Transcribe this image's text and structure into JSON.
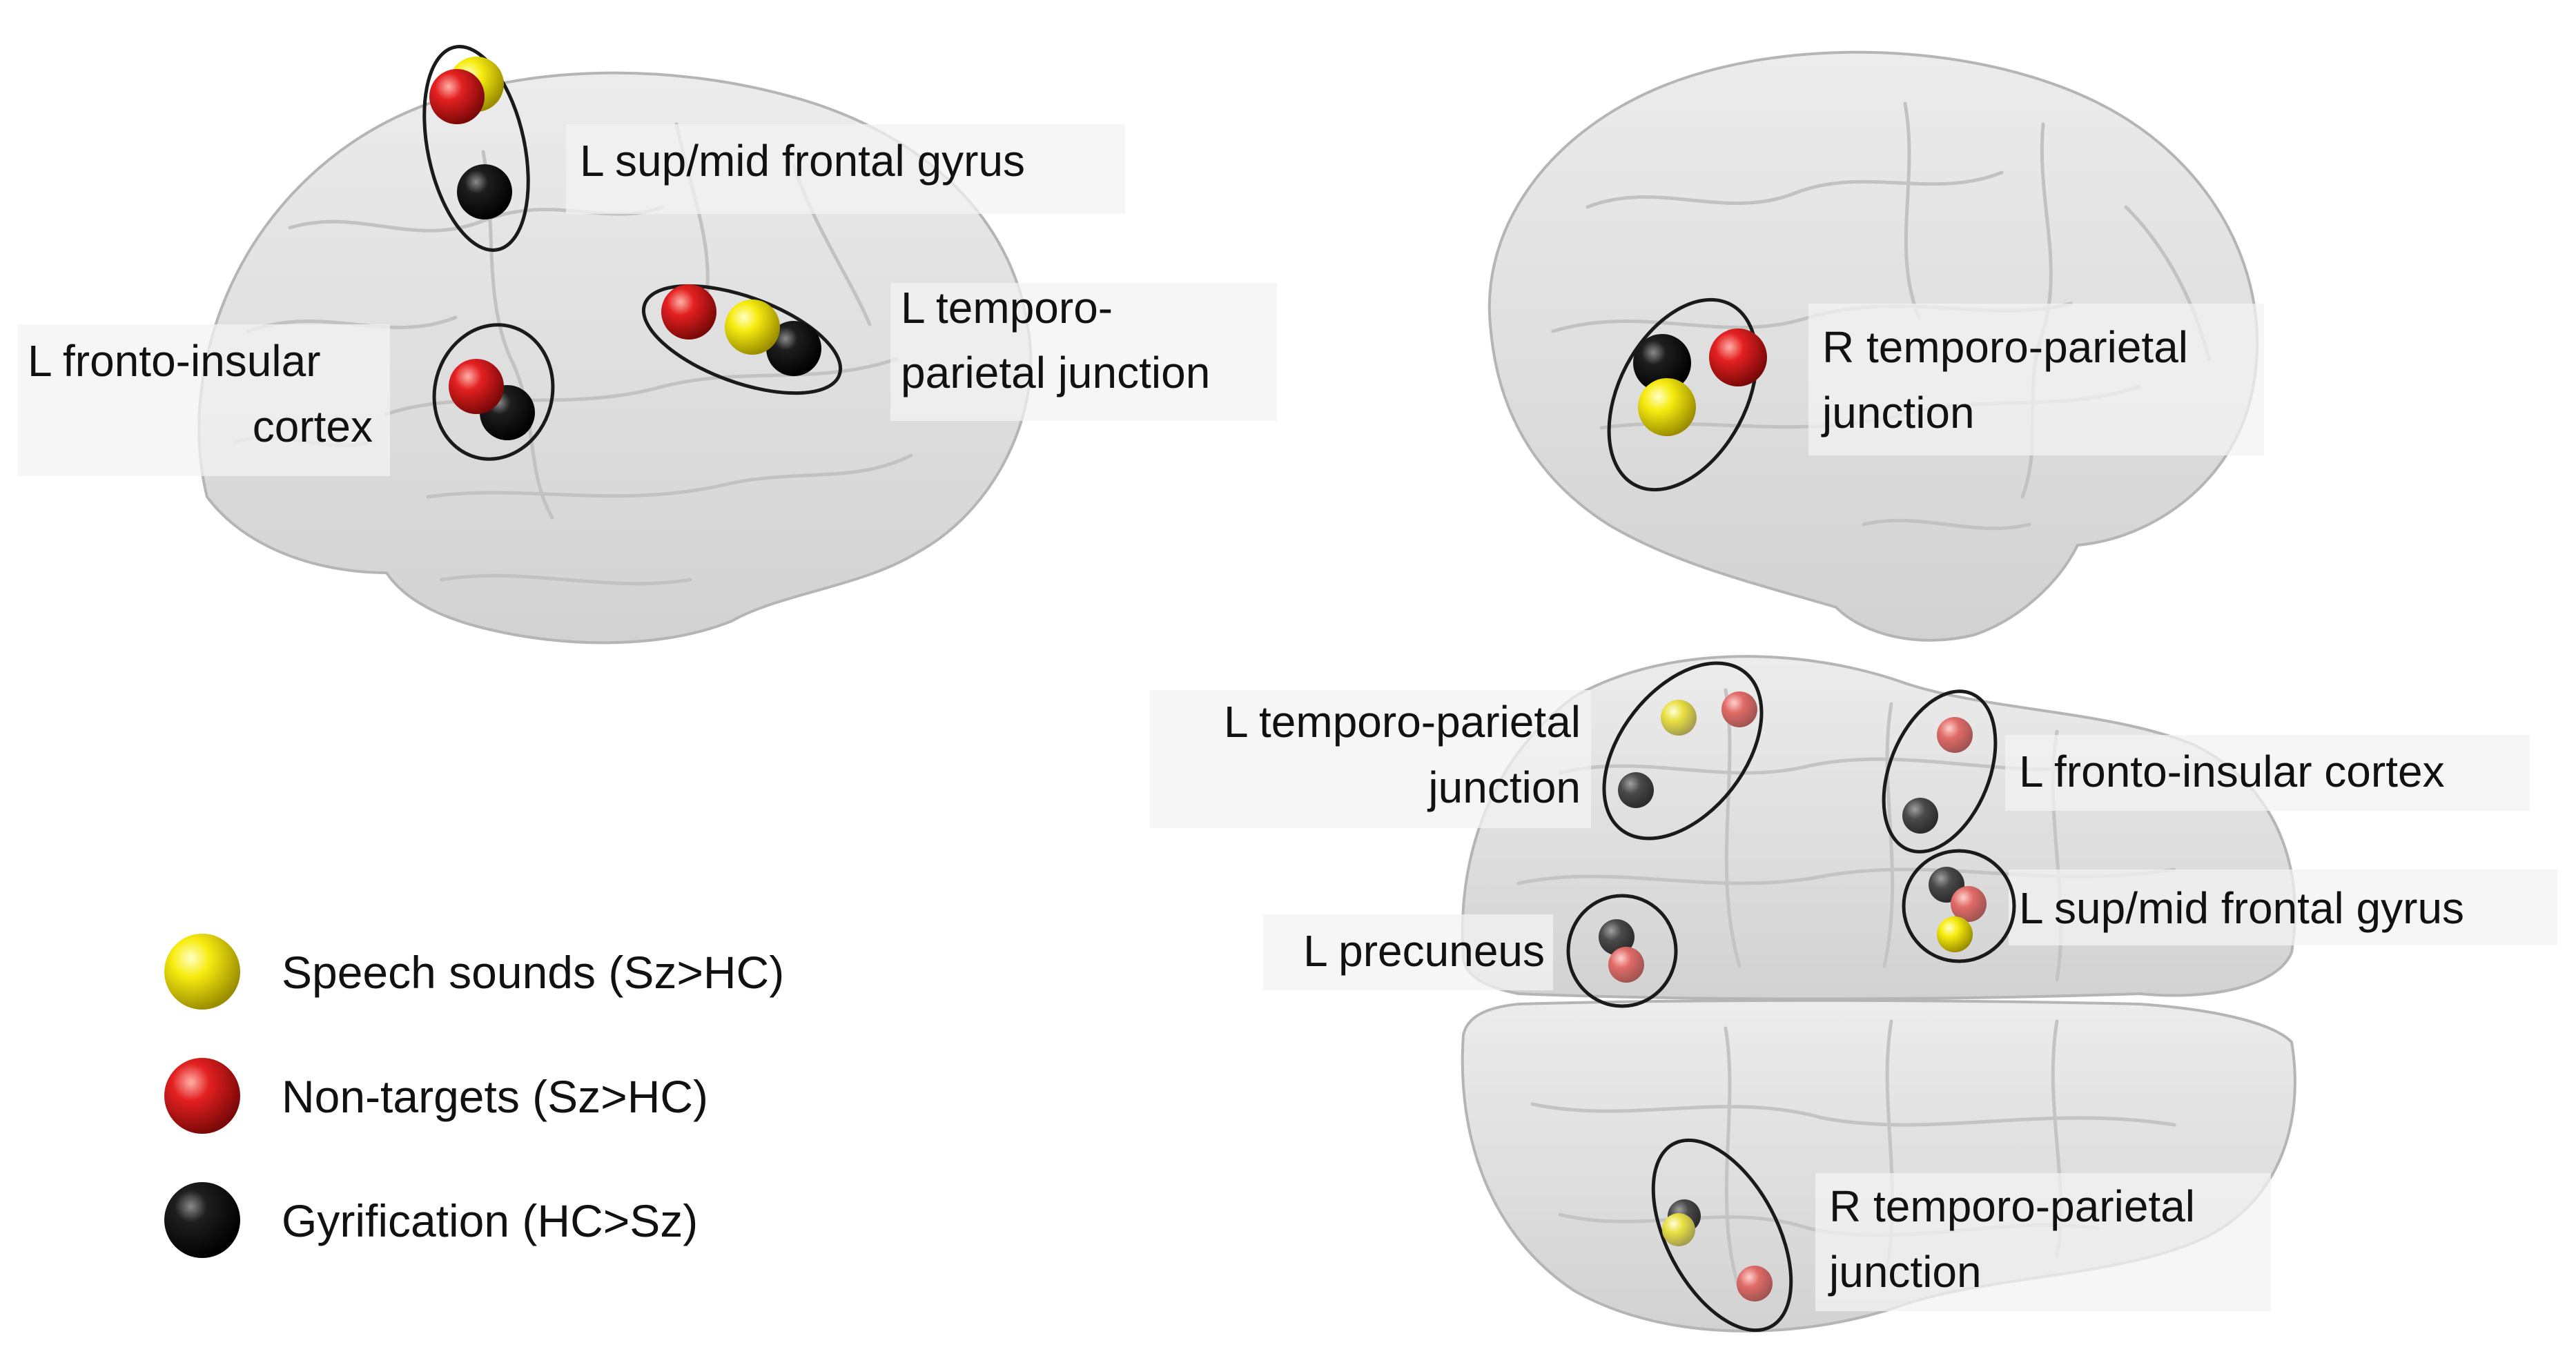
{
  "colors": {
    "speech_sounds": "#f5e600",
    "non_targets": "#e32020",
    "gyrification": "#111111",
    "brain_fill": "#dcdcdc",
    "brain_stroke": "#b8b8b8",
    "circle_stroke": "#1a1a1a",
    "label_box": "#f3f3f3"
  },
  "lateral_left": {
    "labels": {
      "sup_mid_frontal": "L sup/mid frontal gyrus",
      "fronto_insular_1": "L fronto-insular",
      "fronto_insular_2": "cortex",
      "tpj_1": "L temporo-",
      "tpj_2": "parietal junction"
    }
  },
  "lateral_right": {
    "labels": {
      "tpj_1": "R temporo-parietal",
      "tpj_2": "junction"
    }
  },
  "dorsal": {
    "labels": {
      "l_tpj_1": "L temporo-parietal",
      "l_tpj_2": "junction",
      "l_fronto_insular": "L fronto-insular cortex",
      "l_sup_mid_frontal": "L sup/mid frontal gyrus",
      "l_precuneus": "L precuneus",
      "r_tpj_1": "R temporo-parietal",
      "r_tpj_2": "junction"
    }
  },
  "legend": {
    "items": [
      {
        "label": "Speech sounds (Sz>HC)",
        "color_key": "speech_sounds"
      },
      {
        "label": "Non-targets (Sz>HC)",
        "color_key": "non_targets"
      },
      {
        "label": "Gyrification (HC>Sz)",
        "color_key": "gyrification"
      }
    ]
  }
}
